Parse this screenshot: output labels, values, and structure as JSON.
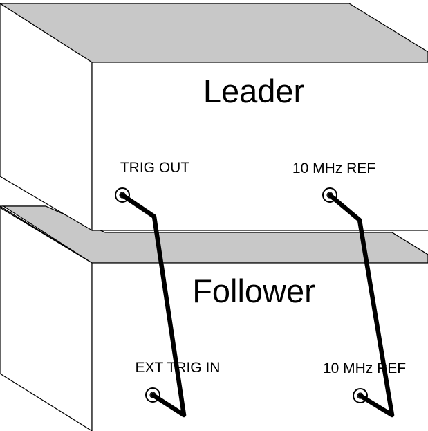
{
  "leader": {
    "title": "Leader",
    "trig_out_label": "TRIG OUT",
    "ref_label": "10 MHz REF"
  },
  "follower": {
    "title": "Follower",
    "ext_trig_in_label": "EXT TRIG IN",
    "ref_label": "10 MHz REF"
  },
  "colors": {
    "box_top": "#c8c8c8",
    "box_face": "#ffffff",
    "outline": "#000000",
    "cable": "#000000"
  }
}
